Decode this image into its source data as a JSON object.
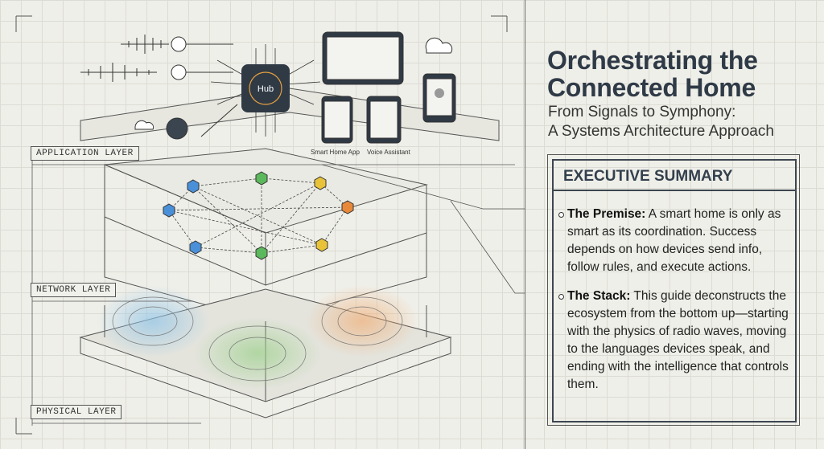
{
  "header": {
    "title_line1": "Orchestrating the",
    "title_line2": "Connected Home",
    "subtitle_line1": "From Signals to Symphony:",
    "subtitle_line2": "A Systems Architecture Approach"
  },
  "summary": {
    "heading": "EXECUTIVE SUMMARY",
    "items": [
      {
        "label": "The Premise:",
        "text": " A smart home is only as smart as its coordination. Success depends on how devices send info, follow rules, and execute actions."
      },
      {
        "label": "The Stack:",
        "text": " This guide deconstructs the ecosystem from the bottom up—starting with the physics of radio waves, moving to the languages devices speak, and ending with the intelligence that controls them."
      }
    ]
  },
  "layers": {
    "application": "APPLICATION LAYER",
    "network": "NETWORK LAYER",
    "physical": "PHYSICAL LAYER"
  },
  "diagram": {
    "hub_label": "Hub",
    "app_caption": "Smart Home App",
    "voice_caption": "Voice Assistant",
    "node_colors": {
      "blue": "#4a90d9",
      "green": "#5cb85c",
      "yellow": "#e8c33a",
      "orange": "#e8893a"
    }
  }
}
